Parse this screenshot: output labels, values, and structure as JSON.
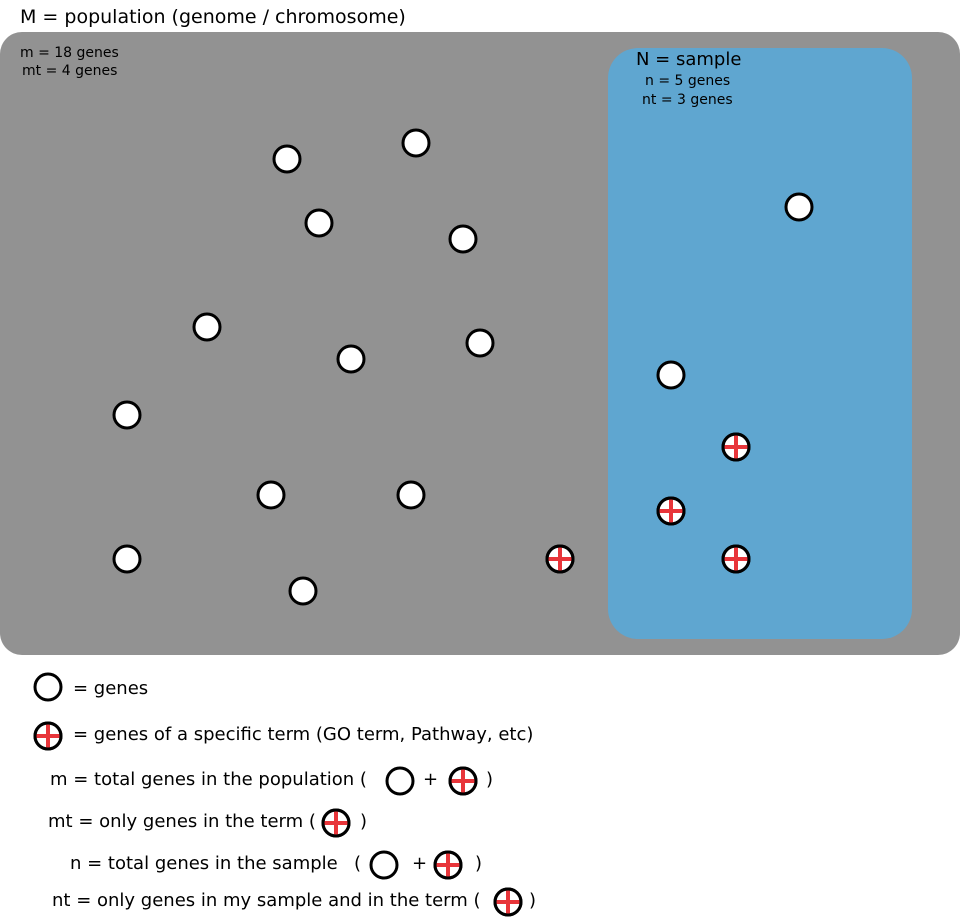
{
  "title": "M =  population (genome / chromosome)",
  "population": {
    "m_label": "m = 18 genes",
    "mt_label": "mt = 4 genes"
  },
  "sample": {
    "title": "N = sample",
    "n_label": "n = 5 genes",
    "nt_label": "nt = 3 genes"
  },
  "colors": {
    "population_bg": "#929292",
    "sample_bg": "#5fa6d0",
    "gene_fill": "#ffffff",
    "term_cross": "#e8353a"
  },
  "icons": {
    "gene": "gene-circle-icon",
    "term_gene": "term-gene-cross-icon"
  },
  "legend": {
    "genes": "= genes",
    "term_genes": "= genes of a specific term (GO term, Pathway, etc)",
    "m_def_prefix": "m = total genes in the population (",
    "mt_def_prefix": "mt = only genes in the term (",
    "n_def_prefix": "n = total genes in the sample",
    "nt_def_prefix": "nt = only genes in my sample and in the term (",
    "open_paren": "(",
    "plus": "+",
    "close_paren": ")"
  }
}
